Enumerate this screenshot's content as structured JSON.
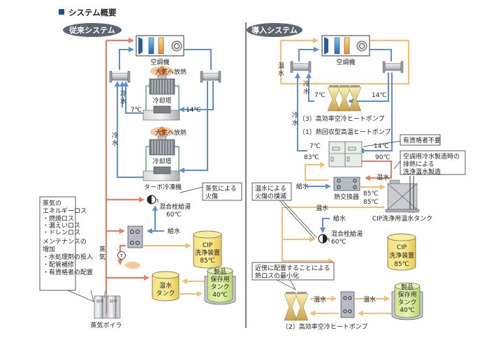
{
  "header": {
    "marker_color": "#1a4fa0",
    "title": "システム概要"
  },
  "colors": {
    "steam": "#ee7b63",
    "cold_water": "#5b8fd6",
    "hot_water": "#f7bd6a",
    "green": "#52b66b",
    "divider": "#555555",
    "pill": "#5b6670"
  },
  "left": {
    "pill": "従来システム",
    "ahu": "空調機",
    "release1": "大気へ放熱",
    "tower1": "冷却塔",
    "t_out1": "7℃",
    "t_in1": "14℃",
    "cw1": "冷水",
    "release2": "大気へ放熱",
    "tower2": "冷却塔",
    "cw2": "冷水",
    "chiller": "ターボ冷凍機",
    "burn_callout": [
      "蒸気による",
      "火傷"
    ],
    "mix_valve": "混合栓給湯",
    "mix_temp": "60℃",
    "water_supply": "給水",
    "steam_label": "蒸気",
    "trap_label": "T",
    "cip": [
      "CIP",
      "洗浄装置",
      "85℃"
    ],
    "hot_tank": [
      "温水",
      "タンク"
    ],
    "product_tank": [
      "製品",
      "保存用",
      "タンク",
      "40℃"
    ],
    "boiler": "蒸気ボイラ",
    "loss_box": [
      "蒸気の",
      "エネルギーロス",
      "・燃焼ロス",
      "・漏えいロス",
      "・ドレンロス",
      "メンテナンスの",
      "増加",
      "・水処理剤の投入",
      "・配管補修",
      "・有資格者の配置"
    ]
  },
  "right": {
    "pill": "導入システム",
    "ahu": "空調機",
    "hw": "温水",
    "cw1": "冷水",
    "t_out1": "7℃",
    "t_in1": "14℃",
    "hp3": "〔3〕高効率空冷ヒートポンプ",
    "cw2": "冷水",
    "hp1": "〔1〕熱回収型高温ヒートポンプ",
    "t_out2": "7℃",
    "t_in2": "14℃",
    "t_83": "83℃",
    "t_90": "90℃",
    "no_license": "有資格者不要",
    "waste_heat": [
      "空調用冷水製造時の",
      "排熱による",
      "洗浄温水製造"
    ],
    "hw_return": "温水",
    "water_supply1": "給水",
    "hx": "熱交換器",
    "t_85a": "85℃",
    "t_85b": "85℃",
    "cip_tank": "CIP洗浄用温水タンク",
    "burn_callout": [
      "温水による",
      "火傷の撲滅"
    ],
    "hw_line": "温水",
    "water_supply2": "給水",
    "mix_valve": "混合栓給湯",
    "mix_temp": "60℃",
    "cip": [
      "CIP",
      "洗浄装置",
      "85℃"
    ],
    "near_callout": [
      "近傍に配置することによる",
      "熱ロスの最小化"
    ],
    "hw_a": "温水",
    "hw_b": "温水",
    "product_tank": [
      "製品",
      "保存用",
      "タンク",
      "40℃"
    ],
    "hp2": "〔2〕高効率空冷ヒートポンプ"
  }
}
